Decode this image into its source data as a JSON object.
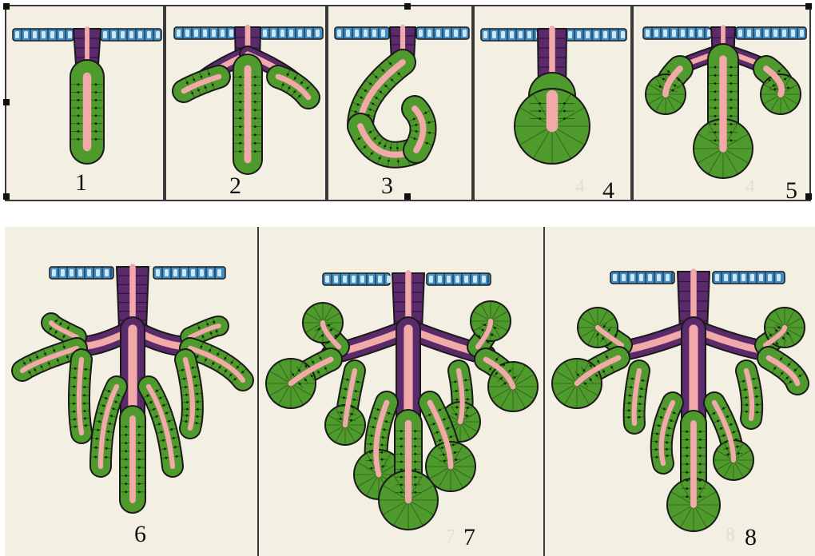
{
  "panels": [
    {
      "label": "1",
      "kind": "simple-tubular"
    },
    {
      "label": "2",
      "kind": "simple-branched-tubular"
    },
    {
      "label": "3",
      "kind": "simple-coiled-tubular"
    },
    {
      "label": "4",
      "kind": "simple-acinar"
    },
    {
      "label": "5",
      "kind": "simple-branched-acinar"
    },
    {
      "label": "6",
      "kind": "compound-tubular"
    },
    {
      "label": "7",
      "kind": "compound-acinar"
    },
    {
      "label": "8",
      "kind": "compound-tubuloacinar"
    }
  ],
  "colors": {
    "background": "#f3efe3",
    "surface_epithelium": "#3f8fc6",
    "duct_cells": "#5a2a6b",
    "secretory_cells": "#4f9a2c",
    "lumen": "#f2a9a9",
    "outline": "#1a1a1a"
  },
  "watermarks": {
    "p4": "4",
    "p5": "4",
    "p7": "7",
    "p8": "8"
  }
}
